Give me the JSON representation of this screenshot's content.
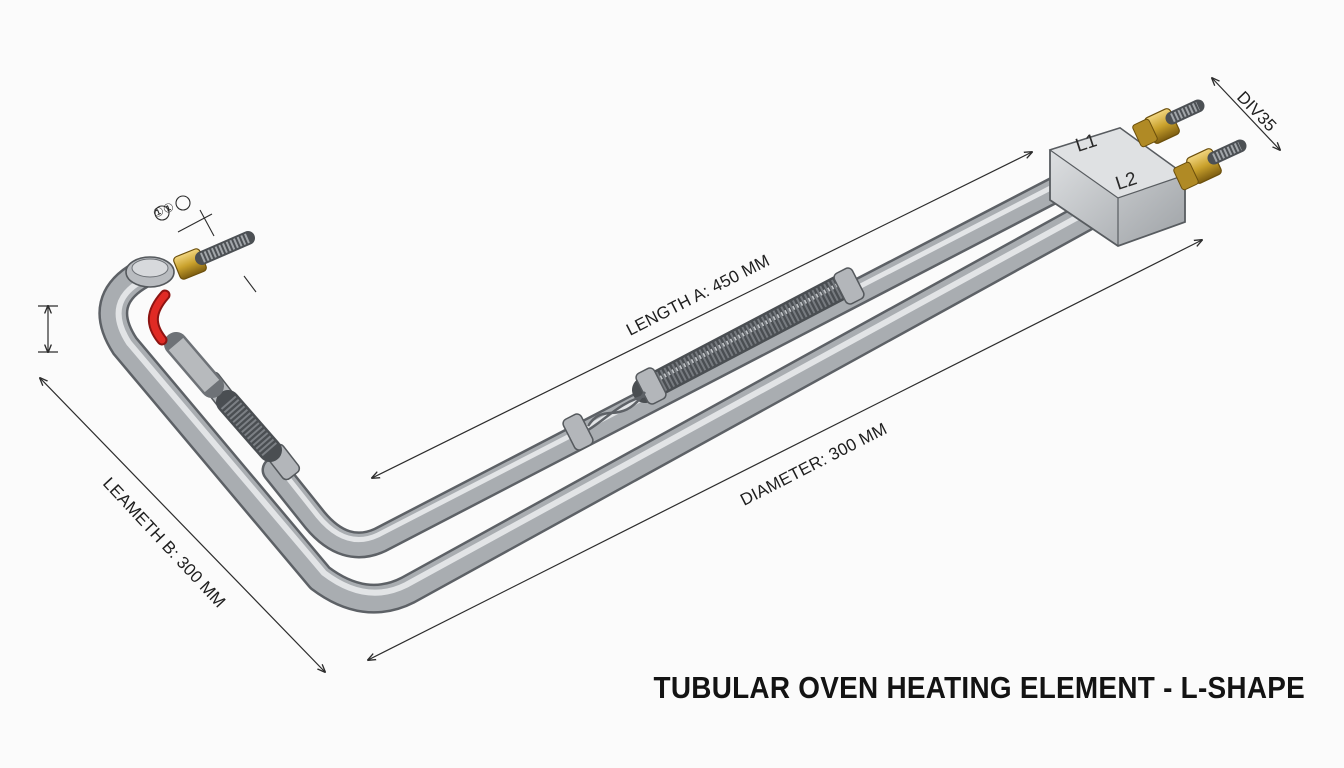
{
  "title": "TUBULAR OVEN HEATING ELEMENT - L-SHAPE",
  "dimensions": {
    "length_a": "LENGTH A: 450 MM",
    "length_b": "LEAMETH B: 300 MM",
    "diameter": "DIAMETER: 300 MM",
    "terminal_spacing": "DIV35",
    "left_terminal_note": "①①"
  },
  "terminals": {
    "l1": "L1",
    "l2": "L2"
  },
  "colors": {
    "tube": "#a7abaf",
    "brass": "#c9a12c",
    "lead_wire": "#d3201d",
    "dimension_line": "#2c2c2c"
  }
}
